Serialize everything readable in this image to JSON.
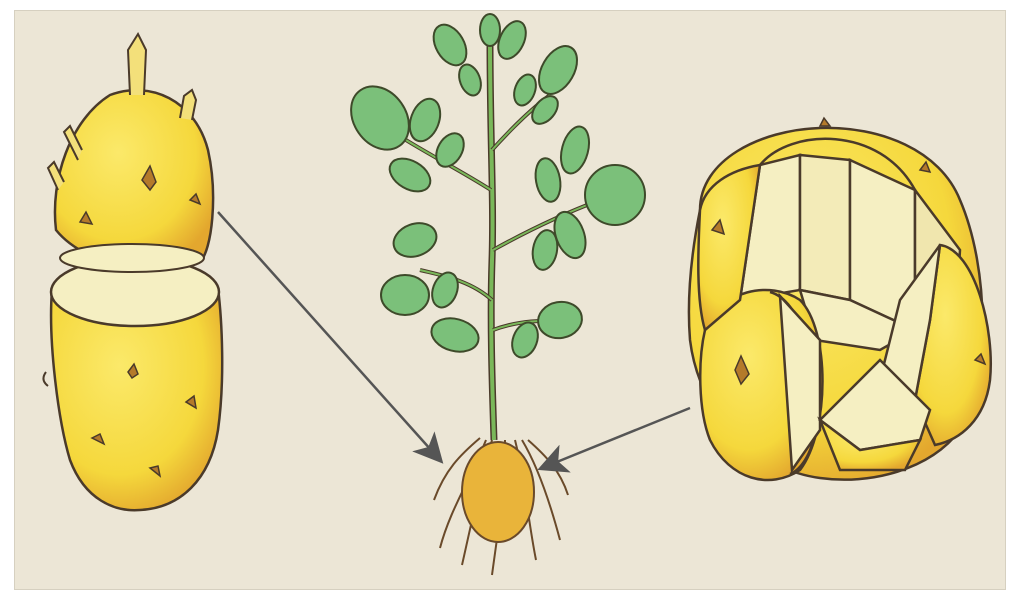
{
  "figure": {
    "panels": [
      {
        "id": "seed-potato-halved",
        "role": "tuber cut into top and bottom halves"
      },
      {
        "id": "potato-plant",
        "role": "young plant growing from a seed piece"
      },
      {
        "id": "seed-potato-wedges",
        "role": "tuber cut into wedge pieces"
      }
    ],
    "arrows": [
      {
        "from": "seed-potato-halved",
        "to": "potato-plant"
      },
      {
        "from": "seed-potato-wedges",
        "to": "potato-plant"
      }
    ]
  },
  "colors": {
    "paper": "#ece6d6",
    "potato_skin": "#f5d83c",
    "potato_shadow": "#e0a830",
    "potato_flesh": "#f5efc2",
    "leaf": "#7bc07a",
    "stem": "#7ab85a",
    "outline": "#4a3a2a",
    "arrow": "#555555"
  }
}
